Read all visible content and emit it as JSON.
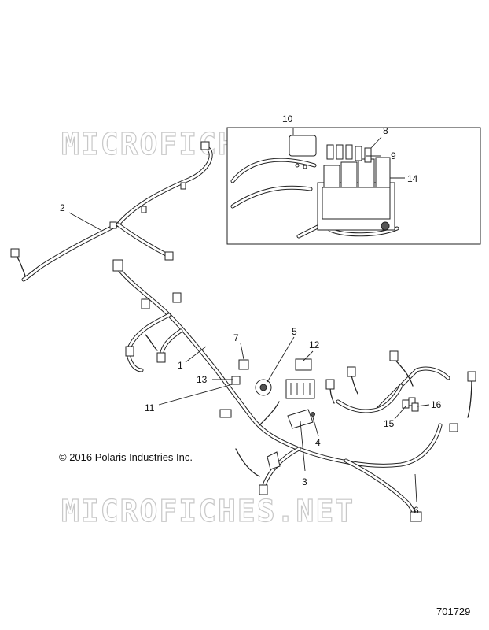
{
  "watermark": "MICROFICHES.NET",
  "copyright": "© 2016 Polaris Industries Inc.",
  "document_number": "701729",
  "callouts": {
    "c1": "1",
    "c2": "2",
    "c3": "3",
    "c4": "4",
    "c5": "5",
    "c6": "6",
    "c7": "7",
    "c8": "8",
    "c9": "9",
    "c10": "10",
    "c11": "11",
    "c12": "12",
    "c13": "13",
    "c14": "14",
    "c15": "15",
    "c16": "16"
  }
}
